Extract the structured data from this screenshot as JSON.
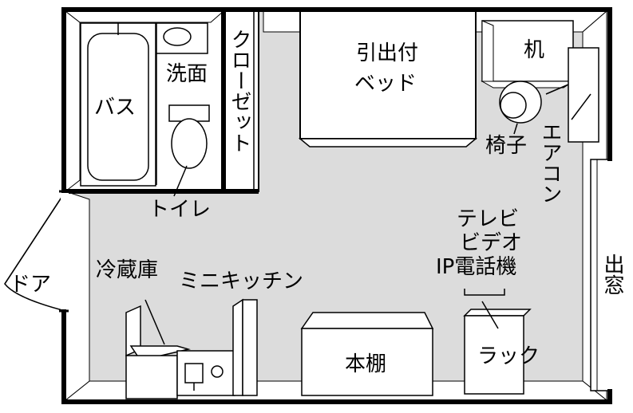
{
  "labels": {
    "bath": "バス",
    "washbasin": "洗面",
    "closet": "クローゼット",
    "bed_line1": "引出付",
    "bed_line2": "ベッド",
    "desk": "机",
    "chair": "椅子",
    "aircon": "エアコン",
    "toilet": "トイレ",
    "door": "ドア",
    "fridge": "冷蔵庫",
    "kitchen": "ミニキッチン",
    "tv_line1": "テレビ",
    "tv_line2": "ビデオ",
    "tv_line3": "IP電話機",
    "window": "出窓",
    "bookshelf": "本棚",
    "rack": "ラック"
  },
  "colors": {
    "floor": "#dcdcdc",
    "wall": "#000000",
    "furniture": "#ffffff"
  }
}
